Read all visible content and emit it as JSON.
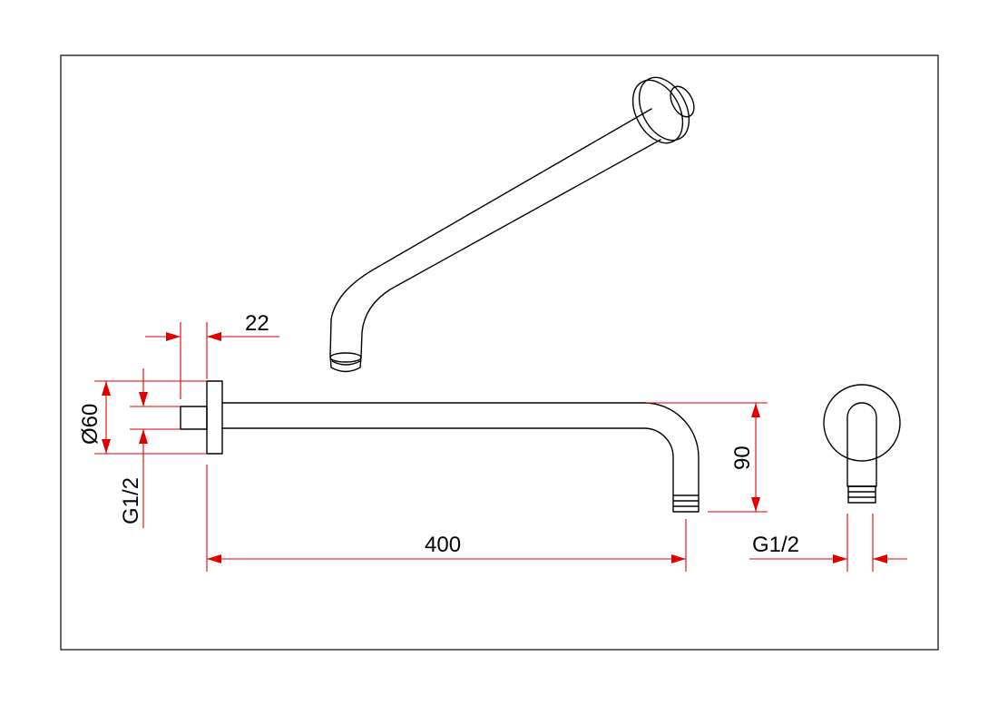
{
  "colors": {
    "line": "#000000",
    "dimension": "#e00000",
    "frame": "#000000",
    "background": "#ffffff"
  },
  "dimensions": {
    "flange_thickness": "22",
    "flange_diameter": "Ø60",
    "thread_side": "G1/2",
    "arm_length": "400",
    "drop_height": "90",
    "thread_end": "G1/2"
  }
}
